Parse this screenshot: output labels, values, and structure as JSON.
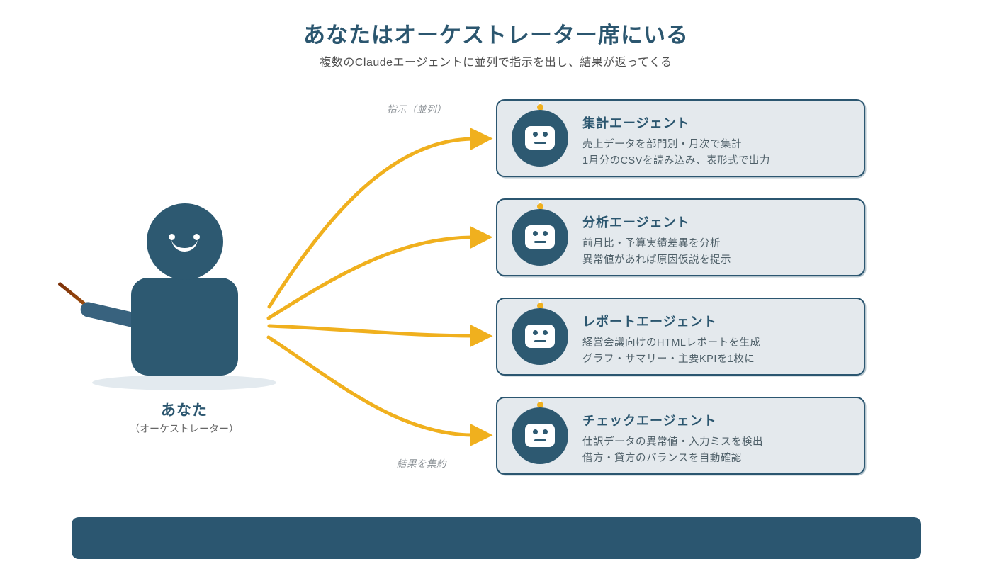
{
  "header": {
    "title": "あなたはオーケストレーター席にいる",
    "subtitle": "複数のClaudeエージェントに並列で指示を出し、結果が返ってくる"
  },
  "orchestrator": {
    "name": "あなた",
    "role": "（オーケストレーター）"
  },
  "flow_labels": {
    "top": "指示（並列）",
    "bottom": "結果を集約"
  },
  "agents": [
    {
      "title": "集計エージェント",
      "line1": "売上データを部門別・月次で集計",
      "line2": "1月分のCSVを読み込み、表形式で出力"
    },
    {
      "title": "分析エージェント",
      "line1": "前月比・予算実績差異を分析",
      "line2": "異常値があれば原因仮説を提示"
    },
    {
      "title": "レポートエージェント",
      "line1": "経営会議向けのHTMLレポートを生成",
      "line2": "グラフ・サマリー・主要KPIを1枚に"
    },
    {
      "title": "チェックエージェント",
      "line1": "仕訳データの異常値・入力ミスを検出",
      "line2": "借方・貸方のバランスを自動確認"
    }
  ],
  "colors": {
    "primary_blue": "#2d5971",
    "accent_yellow": "#f0b01e",
    "card_bg": "#e4e9ed",
    "baton_brown": "#8f3f0c"
  }
}
